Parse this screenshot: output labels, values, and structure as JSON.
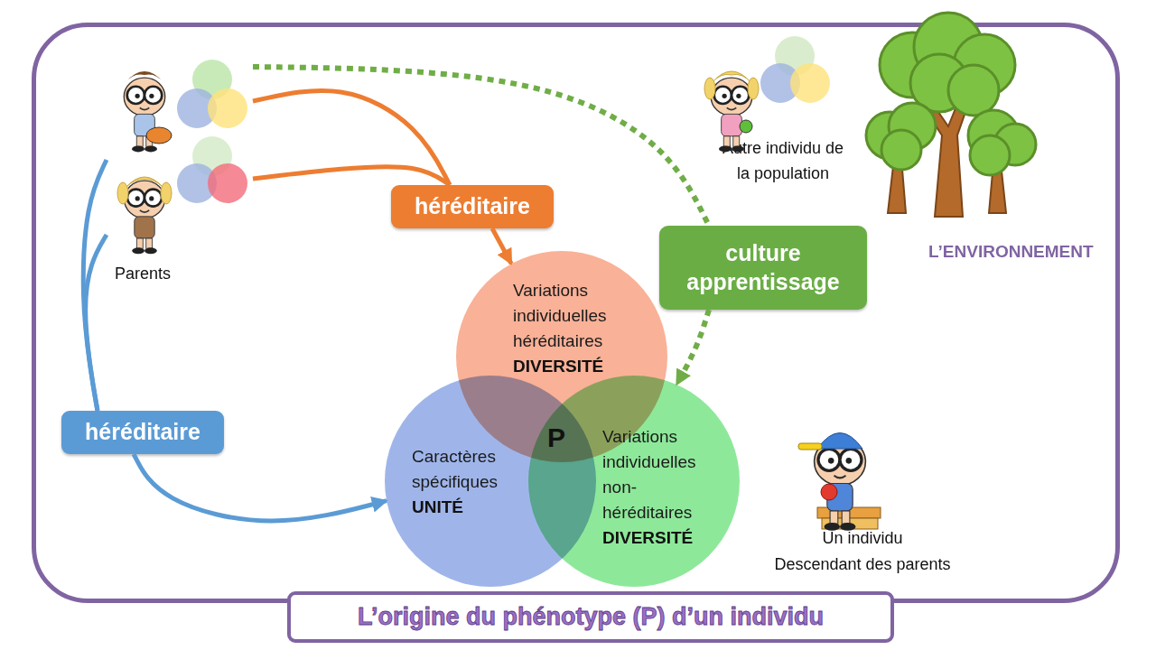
{
  "diagram": {
    "title": "L’origine du phénotype (P) d’un individu",
    "nodes": [
      {
        "text": [
          "L’ENVIRONNEMENT"
        ]
      },
      {
        "text": [
          "Parents"
        ],
        "in": 0
      },
      {
        "text": [
          "Autre individu de la population"
        ],
        "in": 0
      },
      {
        "text": [
          "héréditaire"
        ],
        "in": 0
      },
      {
        "text": [
          "culture apprentissage"
        ],
        "in": 0
      },
      {
        "text": [
          "Variations individuelles héréditaires",
          "DIVERSITÉ"
        ],
        "in": 0
      },
      {
        "text": [
          "héréditaire"
        ],
        "in": 0
      },
      {
        "text": [
          "Caractères spécifiques",
          "UNITÉ"
        ],
        "in": 0
      },
      {
        "text": [
          "Variations individuelles non-héréditaires",
          "DIVERSITÉ"
        ],
        "in": 0
      },
      {
        "text": [
          "Un individu",
          "Descendant des parents"
        ],
        "in": 0
      }
    ],
    "edges": [
      {
        "from": 1,
        "to": 3,
        "arrow": "none"
      },
      {
        "from": 1,
        "to": 3,
        "arrow": "none"
      },
      {
        "from": 3,
        "to": 5,
        "arrow": "to"
      },
      {
        "from": 1,
        "to": 6,
        "arrow": "none"
      },
      {
        "from": 1,
        "to": 6,
        "arrow": "none"
      },
      {
        "from": 6,
        "to": 7,
        "arrow": "to"
      },
      {
        "from": 1,
        "to": 4,
        "arrow": "none"
      },
      {
        "from": 4,
        "to": 8,
        "arrow": "to"
      }
    ],
    "labels": [
      "P"
    ]
  }
}
